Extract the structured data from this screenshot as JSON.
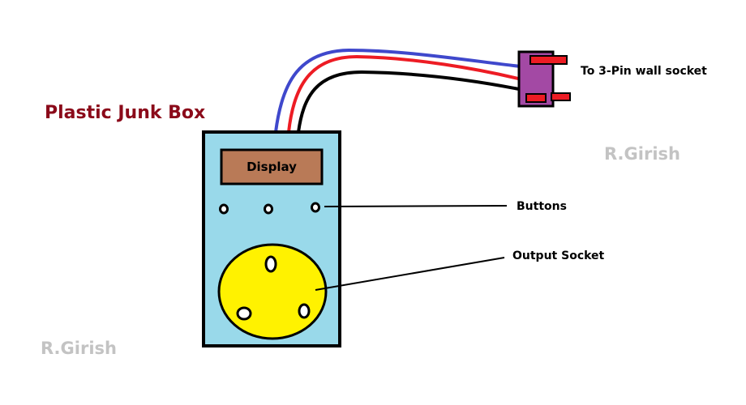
{
  "title": "Plastic Junk Box",
  "display_label": "Display",
  "labels": {
    "wall_socket": "To 3-Pin wall socket",
    "buttons": "Buttons",
    "output_socket": "Output Socket"
  },
  "watermarks": [
    "R.Girish",
    "R.Girish"
  ],
  "colors": {
    "title": "#8b0a1a",
    "box_fill": "#99d9ea",
    "display_fill": "#b97a57",
    "socket_fill": "#fff200",
    "plug_fill": "#a349a4",
    "pin_fill": "#ed1c24",
    "wire_blue": "#3f48cc",
    "wire_red": "#ed1c24",
    "wire_black": "#000000",
    "watermark": "#c3c3c3"
  },
  "wires": [
    "blue",
    "red",
    "black"
  ],
  "button_count": 3,
  "socket_pin_count": 3
}
